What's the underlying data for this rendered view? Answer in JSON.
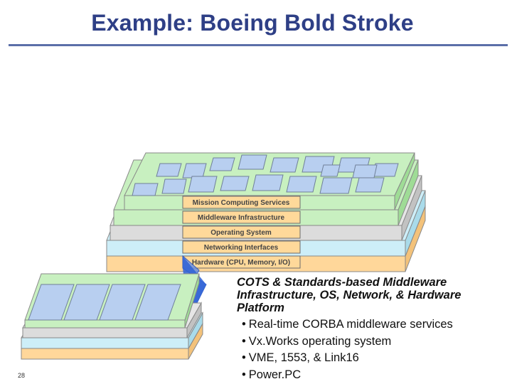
{
  "slide": {
    "title": "Example: Boeing Bold Stroke",
    "page_number": "28"
  },
  "stack": {
    "layers": [
      "Mission Computing Services",
      "Middleware Infrastructure",
      "Operating System",
      "Networking Interfaces",
      "Hardware (CPU, Memory, I/O)"
    ]
  },
  "description": {
    "heading_lines": [
      "COTS & Standards-based Middleware",
      "Infrastructure, OS, Network, & Hardware",
      "Platform"
    ],
    "bullets": [
      "Real-time CORBA middleware services",
      "Vx.Works operating system",
      "VME, 1553, & Link16",
      "Power.PC"
    ]
  },
  "colors": {
    "title": "#2e3f86",
    "mission_green": "#c8f0c0",
    "middleware_green": "#c8f0c0",
    "os_gray": "#dcdcdc",
    "network_cyan": "#cdeef8",
    "hardware_orange": "#ffd79a",
    "component_blue": "#b8cff0",
    "projection_blue": "#3d6fd8"
  }
}
